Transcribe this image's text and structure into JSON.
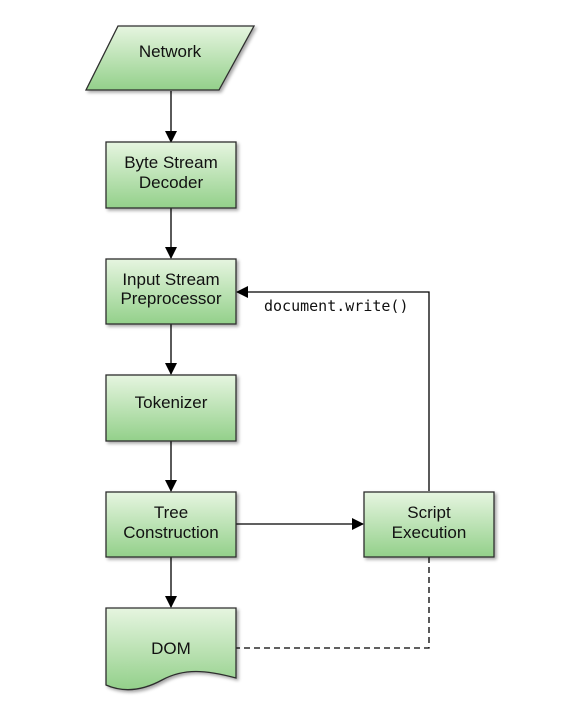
{
  "diagram": {
    "nodes": {
      "network": {
        "line1": "Network"
      },
      "byte_stream_decoder": {
        "line1": "Byte Stream",
        "line2": "Decoder"
      },
      "input_stream_preprocessor": {
        "line1": "Input Stream",
        "line2": "Preprocessor"
      },
      "tokenizer": {
        "line1": "Tokenizer"
      },
      "tree_construction": {
        "line1": "Tree",
        "line2": "Construction"
      },
      "script_execution": {
        "line1": "Script",
        "line2": "Execution"
      },
      "dom": {
        "line1": "DOM"
      }
    },
    "edges": {
      "document_write": {
        "label": "document.write()"
      }
    }
  },
  "colors": {
    "node_fill_top": "#e6f5e0",
    "node_fill_bottom": "#93d08a",
    "node_stroke": "#2f2f2f",
    "edge_stroke": "#000000",
    "background": "#ffffff"
  }
}
